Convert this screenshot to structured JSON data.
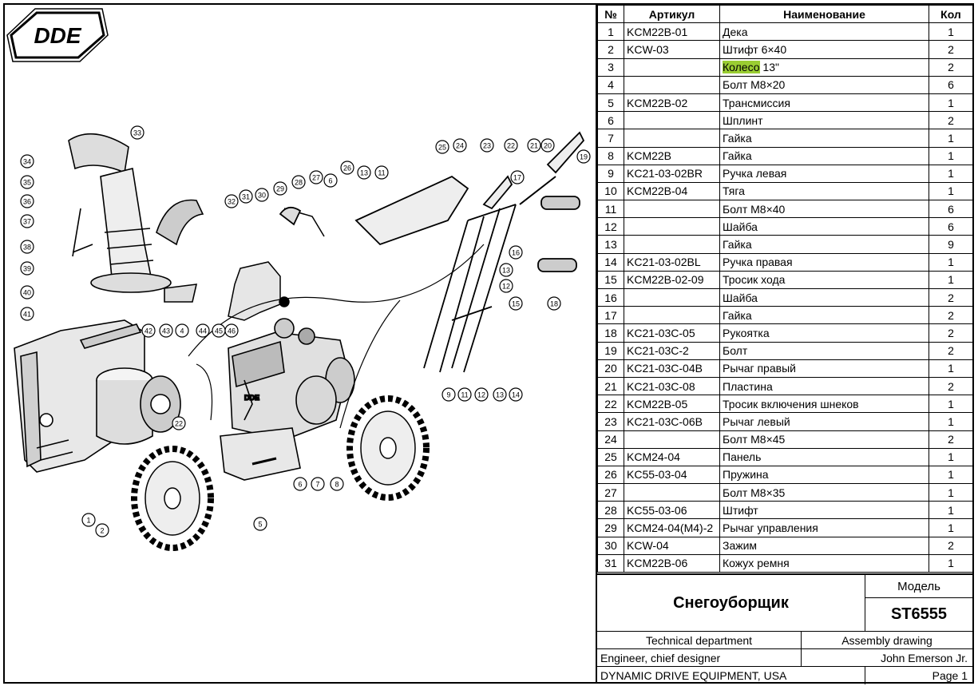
{
  "logo": {
    "text": "DDE"
  },
  "table": {
    "headers": {
      "num": "№",
      "article": "Артикул",
      "name": "Наименование",
      "qty": "Кол"
    },
    "rows": [
      {
        "num": "1",
        "article": "KCM22B-01",
        "name": "Дека",
        "qty": "1"
      },
      {
        "num": "2",
        "article": "KCW-03",
        "name": "Штифт 6×40",
        "qty": "2"
      },
      {
        "num": "3",
        "article": "",
        "name_hl": "Колесо",
        "name_rest": " 13\"",
        "qty": "2"
      },
      {
        "num": "4",
        "article": "",
        "name": "Болт M8×20",
        "qty": "6"
      },
      {
        "num": "5",
        "article": "KCM22B-02",
        "name": "Трансмиссия",
        "qty": "1"
      },
      {
        "num": "6",
        "article": "",
        "name": "Шплинт",
        "qty": "2"
      },
      {
        "num": "7",
        "article": "",
        "name": "Гайка",
        "qty": "1"
      },
      {
        "num": "8",
        "article": "KCM22B",
        "name": "Гайка",
        "qty": "1"
      },
      {
        "num": "9",
        "article": "KC21-03-02BR",
        "name": "Ручка левая",
        "qty": "1"
      },
      {
        "num": "10",
        "article": "KCM22B-04",
        "name": "Тяга",
        "qty": "1"
      },
      {
        "num": "11",
        "article": "",
        "name": "Болт M8×40",
        "qty": "6"
      },
      {
        "num": "12",
        "article": "",
        "name": "Шайба",
        "qty": "6"
      },
      {
        "num": "13",
        "article": "",
        "name": "Гайка",
        "qty": "9"
      },
      {
        "num": "14",
        "article": "KC21-03-02BL",
        "name": "Ручка правая",
        "qty": "1"
      },
      {
        "num": "15",
        "article": "KCM22B-02-09",
        "name": "Тросик хода",
        "qty": "1"
      },
      {
        "num": "16",
        "article": "",
        "name": "Шайба",
        "qty": "2"
      },
      {
        "num": "17",
        "article": "",
        "name": "Гайка",
        "qty": "2"
      },
      {
        "num": "18",
        "article": "KC21-03C-05",
        "name": "Рукоятка",
        "qty": "2"
      },
      {
        "num": "19",
        "article": "KC21-03C-2",
        "name": "Болт",
        "qty": "2"
      },
      {
        "num": "20",
        "article": "KC21-03C-04B",
        "name": "Рычаг правый",
        "qty": "1"
      },
      {
        "num": "21",
        "article": "KC21-03C-08",
        "name": "Пластина",
        "qty": "2"
      },
      {
        "num": "22",
        "article": "KCM22B-05",
        "name": "Тросик включения шнеков",
        "qty": "1"
      },
      {
        "num": "23",
        "article": "KC21-03C-06B",
        "name": "Рычаг левый",
        "qty": "1"
      },
      {
        "num": "24",
        "article": "",
        "name": "Болт M8×45",
        "qty": "2"
      },
      {
        "num": "25",
        "article": "KCM24-04",
        "name": "Панель",
        "qty": "1"
      },
      {
        "num": "26",
        "article": "KC55-03-04",
        "name": "Пружина",
        "qty": "1"
      },
      {
        "num": "27",
        "article": "",
        "name": "Болт M8×35",
        "qty": "1"
      },
      {
        "num": "28",
        "article": "KC55-03-06",
        "name": "Штифт",
        "qty": "1"
      },
      {
        "num": "29",
        "article": "KCM24-04(M4)-2",
        "name": "Рычаг управления",
        "qty": "1"
      },
      {
        "num": "30",
        "article": "KCW-04",
        "name": "Зажим",
        "qty": "2"
      },
      {
        "num": "31",
        "article": "KCM22B-06",
        "name": "Кожух ремня",
        "qty": "1"
      }
    ]
  },
  "title_block": {
    "product": "Снегоуборщик",
    "model_label": "Модель",
    "model": "ST6555",
    "department": "Technical department",
    "drawing_type": "Assembly drawing",
    "role": "Engineer, chief designer",
    "person": "John Emerson Jr.",
    "company": "DYNAMIC DRIVE EQUIPMENT, USA",
    "page": "Page 1"
  },
  "callouts": [
    "1",
    "2",
    "4",
    "5",
    "6",
    "7",
    "8",
    "9",
    "11",
    "12",
    "13",
    "14",
    "15",
    "16",
    "17",
    "18",
    "19",
    "20",
    "21",
    "22",
    "23",
    "24",
    "25",
    "26",
    "27",
    "28",
    "29",
    "30",
    "31",
    "32",
    "33",
    "34",
    "35",
    "36",
    "37",
    "38",
    "39",
    "40",
    "41",
    "42",
    "43",
    "44",
    "45",
    "46"
  ],
  "engine_label": "DDE"
}
